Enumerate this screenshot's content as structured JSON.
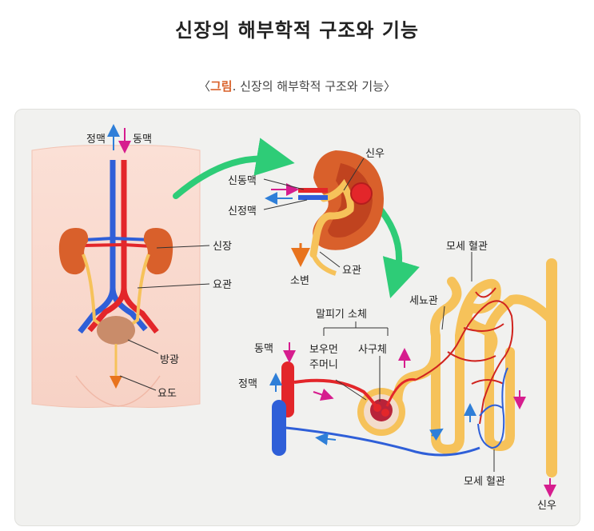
{
  "title": "신장의 해부학적 구조와 기능",
  "caption": {
    "open": "〈",
    "fig": "그림",
    "text": ". 신장의 해부학적 구조와 기능",
    "close": "〉"
  },
  "labels": {
    "vein_top": "정맥",
    "artery_top": "동맥",
    "kidney": "신장",
    "ureter": "요관",
    "bladder": "방광",
    "urethra": "요도",
    "renal_pelvis": "신우",
    "renal_artery": "신동맥",
    "renal_vein": "신정맥",
    "ureter2": "요관",
    "urine": "소변",
    "capillary_top": "모세 혈관",
    "tubule": "세뇨관",
    "renal_corpuscle": "말피기 소체",
    "artery_left": "동맥",
    "vein_left": "정맥",
    "bowman_1": "보우먼",
    "bowman_2": "주머니",
    "glomerulus": "사구체",
    "capillary_bottom": "모세 혈관",
    "renal_pelvis_bottom": "신우"
  },
  "colors": {
    "artery": "#e3262a",
    "vein": "#2f5fd8",
    "tubule": "#f6c25a",
    "kidney": "#d9602b",
    "arrow": "#2ecc77",
    "pink_arrow": "#d61d8e",
    "blue_arrow": "#2f7fd8",
    "orange_arrow": "#e8731d"
  }
}
